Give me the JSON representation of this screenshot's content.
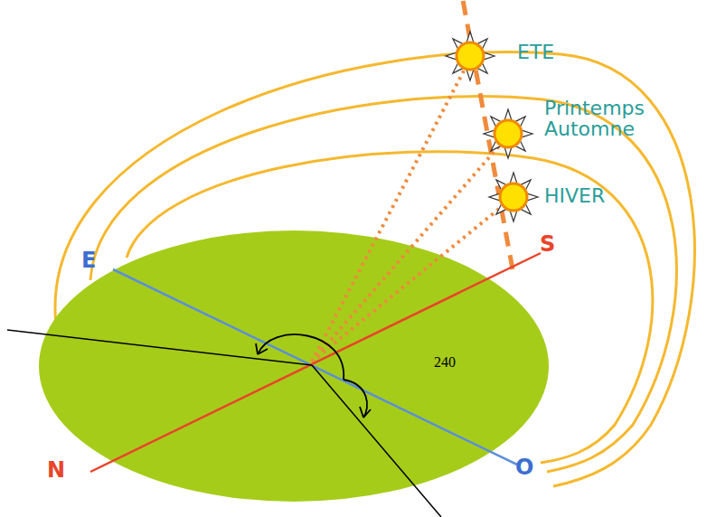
{
  "diagram": {
    "labels": [
      "ETE",
      "Printemps Automne",
      "HIVER",
      "E",
      "S",
      "N",
      "O",
      "240"
    ]
  }
}
